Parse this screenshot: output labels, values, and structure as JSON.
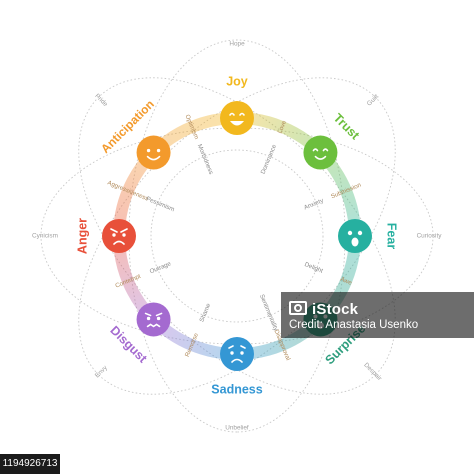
{
  "primary_emotions": [
    {
      "label": "Joy",
      "color": "#f2b81e",
      "mood": "happy"
    },
    {
      "label": "Trust",
      "color": "#6cbf3d",
      "mood": "content"
    },
    {
      "label": "Fear",
      "color": "#26b0a0",
      "mood": "scared"
    },
    {
      "label": "Surprise",
      "color": "#2f9e7e",
      "mood": "surprised"
    },
    {
      "label": "Sadness",
      "color": "#3497d4",
      "mood": "sad"
    },
    {
      "label": "Disgust",
      "color": "#a46ad0",
      "mood": "disgusted"
    },
    {
      "label": "Anger",
      "color": "#e8503a",
      "mood": "angry"
    },
    {
      "label": "Anticipation",
      "color": "#f39a2c",
      "mood": "eager"
    }
  ],
  "ring_labels": [
    "Love",
    "Submission",
    "Awe",
    "Disapproval",
    "Remorse",
    "Contempt",
    "Aggressiveness",
    "Optimism"
  ],
  "inner_labels": [
    "Dominance",
    "Anxiety",
    "Delight",
    "Sentimentality",
    "Shame",
    "Outrage",
    "Pessimism",
    "Morbidness"
  ],
  "outer_labels": [
    "Hope",
    "Guilt",
    "Curiosity",
    "Despair",
    "Unbelief",
    "Envy",
    "Cynicism",
    "Pride"
  ],
  "watermark": {
    "brand": "iStock",
    "credit": "Credit: Anastasia Usenko"
  },
  "stock_id": "1194926713",
  "colors": {
    "orbit": "#c8c8c8",
    "background": "#ffffff"
  }
}
